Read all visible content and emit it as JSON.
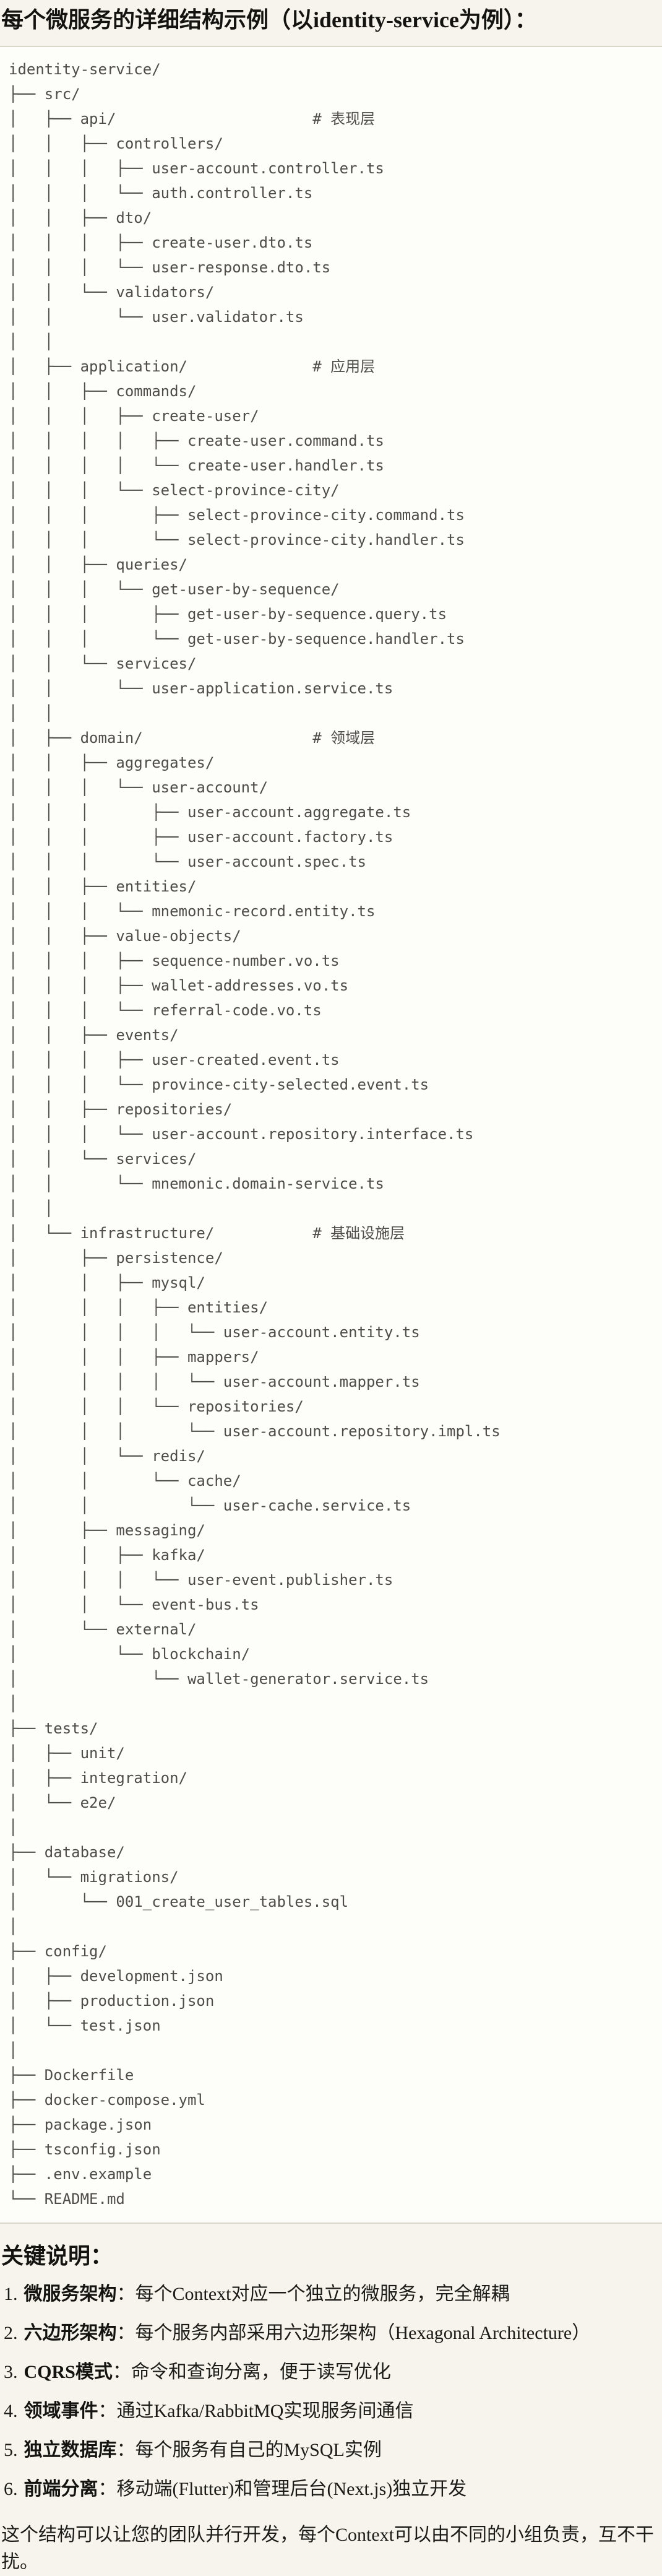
{
  "page": {
    "title": "每个微服务的详细结构示例（以identity-service为例）：",
    "notes_heading": "关键说明：",
    "closing": "这个结构可以让您的团队并行开发，每个Context可以由不同的小组负责，互不干扰。"
  },
  "colors": {
    "page_background": "#f6f4ec",
    "code_background": "#fdfdf9",
    "code_border": "#d9d6ca",
    "code_text": "#4e4d47",
    "body_text": "#1c1b17"
  },
  "code_block": {
    "content_kind": "directory-tree",
    "root": "identity-service/",
    "layer_comments": [
      "# 表现层",
      "# 应用层",
      "# 领域层",
      "# 基础设施层"
    ],
    "lines": [
      "identity-service/",
      "├── src/",
      "│   ├── api/                      # 表现层",
      "│   │   ├── controllers/",
      "│   │   │   ├── user-account.controller.ts",
      "│   │   │   └── auth.controller.ts",
      "│   │   ├── dto/",
      "│   │   │   ├── create-user.dto.ts",
      "│   │   │   └── user-response.dto.ts",
      "│   │   └── validators/",
      "│   │       └── user.validator.ts",
      "│   │",
      "│   ├── application/              # 应用层",
      "│   │   ├── commands/",
      "│   │   │   ├── create-user/",
      "│   │   │   │   ├── create-user.command.ts",
      "│   │   │   │   └── create-user.handler.ts",
      "│   │   │   └── select-province-city/",
      "│   │   │       ├── select-province-city.command.ts",
      "│   │   │       └── select-province-city.handler.ts",
      "│   │   ├── queries/",
      "│   │   │   └── get-user-by-sequence/",
      "│   │   │       ├── get-user-by-sequence.query.ts",
      "│   │   │       └── get-user-by-sequence.handler.ts",
      "│   │   └── services/",
      "│   │       └── user-application.service.ts",
      "│   │",
      "│   ├── domain/                   # 领域层",
      "│   │   ├── aggregates/",
      "│   │   │   └── user-account/",
      "│   │   │       ├── user-account.aggregate.ts",
      "│   │   │       ├── user-account.factory.ts",
      "│   │   │       └── user-account.spec.ts",
      "│   │   ├── entities/",
      "│   │   │   └── mnemonic-record.entity.ts",
      "│   │   ├── value-objects/",
      "│   │   │   ├── sequence-number.vo.ts",
      "│   │   │   ├── wallet-addresses.vo.ts",
      "│   │   │   └── referral-code.vo.ts",
      "│   │   ├── events/",
      "│   │   │   ├── user-created.event.ts",
      "│   │   │   └── province-city-selected.event.ts",
      "│   │   ├── repositories/",
      "│   │   │   └── user-account.repository.interface.ts",
      "│   │   └── services/",
      "│   │       └── mnemonic.domain-service.ts",
      "│   │",
      "│   └── infrastructure/           # 基础设施层",
      "│       ├── persistence/",
      "│       │   ├── mysql/",
      "│       │   │   ├── entities/",
      "│       │   │   │   └── user-account.entity.ts",
      "│       │   │   ├── mappers/",
      "│       │   │   │   └── user-account.mapper.ts",
      "│       │   │   └── repositories/",
      "│       │   │       └── user-account.repository.impl.ts",
      "│       │   └── redis/",
      "│       │       └── cache/",
      "│       │           └── user-cache.service.ts",
      "│       ├── messaging/",
      "│       │   ├── kafka/",
      "│       │   │   └── user-event.publisher.ts",
      "│       │   └── event-bus.ts",
      "│       └── external/",
      "│           └── blockchain/",
      "│               └── wallet-generator.service.ts",
      "│",
      "├── tests/",
      "│   ├── unit/",
      "│   ├── integration/",
      "│   └── e2e/",
      "│",
      "├── database/",
      "│   └── migrations/",
      "│       └── 001_create_user_tables.sql",
      "│",
      "├── config/",
      "│   ├── development.json",
      "│   ├── production.json",
      "│   └── test.json",
      "│",
      "├── Dockerfile",
      "├── docker-compose.yml",
      "├── package.json",
      "├── tsconfig.json",
      "├── .env.example",
      "└── README.md"
    ]
  },
  "notes": {
    "items": [
      {
        "num": "1.",
        "term": "微服务架构",
        "rest": "：每个Context对应一个独立的微服务，完全解耦"
      },
      {
        "num": "2.",
        "term": "六边形架构",
        "rest": "：每个服务内部采用六边形架构（Hexagonal Architecture）"
      },
      {
        "num": "3.",
        "term": "CQRS模式",
        "rest": "：命令和查询分离，便于读写优化"
      },
      {
        "num": "4.",
        "term": "领域事件",
        "rest": "：通过Kafka/RabbitMQ实现服务间通信"
      },
      {
        "num": "5.",
        "term": "独立数据库",
        "rest": "：每个服务有自己的MySQL实例"
      },
      {
        "num": "6.",
        "term": "前端分离",
        "rest": "：移动端(Flutter)和管理后台(Next.js)独立开发"
      }
    ]
  }
}
